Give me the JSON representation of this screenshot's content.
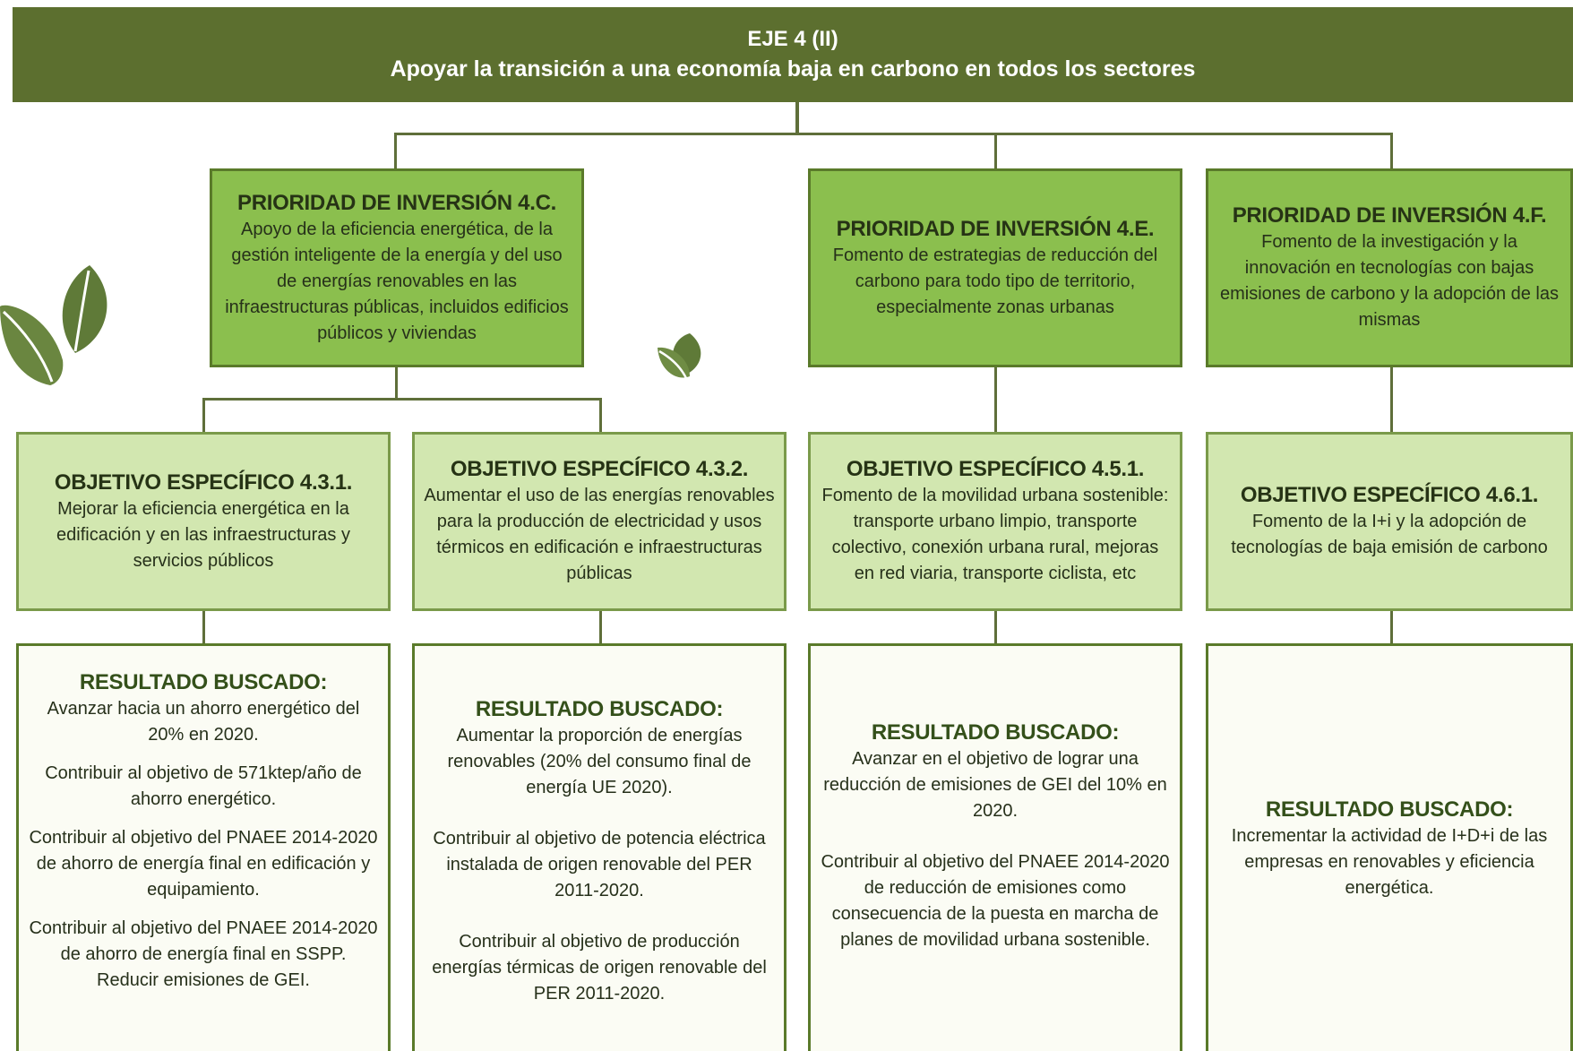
{
  "header": {
    "line1": "EJE 4 (II)",
    "line2": "Apoyar la transición a una economía baja en carbono en todos los sectores"
  },
  "priorities": [
    {
      "title": "PRIORIDAD DE INVERSIÓN 4.C.",
      "text": "Apoyo de la eficiencia energética, de la gestión inteligente de la energía y del uso de energías renovables en las infraestructuras públicas, incluidos edificios públicos y viviendas"
    },
    {
      "title": "PRIORIDAD DE INVERSIÓN 4.E.",
      "text": "Fomento de estrategias de reducción del carbono para todo tipo de territorio, especialmente zonas urbanas"
    },
    {
      "title": "PRIORIDAD DE INVERSIÓN 4.F.",
      "text": "Fomento de la investigación y la innovación en tecnologías con bajas emisiones de carbono y la adopción de las mismas"
    }
  ],
  "objectives": [
    {
      "title": "OBJETIVO ESPECÍFICO 4.3.1.",
      "text": "Mejorar la eficiencia energética en la edificación y en las infraestructuras y servicios públicos"
    },
    {
      "title": "OBJETIVO ESPECÍFICO 4.3.2.",
      "text": "Aumentar el uso de las energías renovables para la producción de electricidad y usos térmicos en edificación e infraestructuras públicas"
    },
    {
      "title": "OBJETIVO ESPECÍFICO 4.5.1.",
      "text": "Fomento de la movilidad urbana sostenible: transporte urbano limpio, transporte colectivo, conexión urbana rural, mejoras en red viaria, transporte ciclista, etc"
    },
    {
      "title": "OBJETIVO ESPECÍFICO 4.6.1.",
      "text": "Fomento de la I+i y la adopción de tecnologías de baja emisión de carbono"
    }
  ],
  "results": [
    {
      "title": "RESULTADO BUSCADO:",
      "p1": "Avanzar hacia un ahorro energético del 20% en 2020.",
      "p2": "Contribuir al objetivo de 571ktep/año de ahorro energético.",
      "p3": "Contribuir al objetivo del PNAEE 2014-2020 de ahorro de energía final en edificación y equipamiento.",
      "p4": "Contribuir al objetivo del PNAEE 2014-2020 de ahorro de energía final en SSPP.",
      "p5": "Reducir emisiones de GEI."
    },
    {
      "title": "RESULTADO BUSCADO:",
      "p1": "Aumentar la proporción de energías renovables (20% del consumo final de energía UE 2020).",
      "p2": "Contribuir al objetivo de potencia eléctrica instalada de origen renovable del PER 2011-2020.",
      "p3": "Contribuir al objetivo de producción energías térmicas de origen renovable del PER 2011-2020."
    },
    {
      "title": "RESULTADO BUSCADO:",
      "p1": "Avanzar en el objetivo de lograr una reducción de emisiones de GEI del 10% en 2020.",
      "p2": "Contribuir al objetivo del PNAEE 2014-2020 de reducción de emisiones como consecuencia de la puesta en marcha de planes de movilidad urbana sostenible."
    },
    {
      "title": "RESULTADO BUSCADO:",
      "p1": "Incrementar la actividad de I+D+i de las empresas en renovables y eficiencia energética."
    }
  ],
  "colors": {
    "header": "#5c6f2f",
    "priority": "#8bbf4e",
    "objective": "#d2e7b0",
    "result": "#fbfcf4",
    "leaf": "#5f7a38"
  }
}
